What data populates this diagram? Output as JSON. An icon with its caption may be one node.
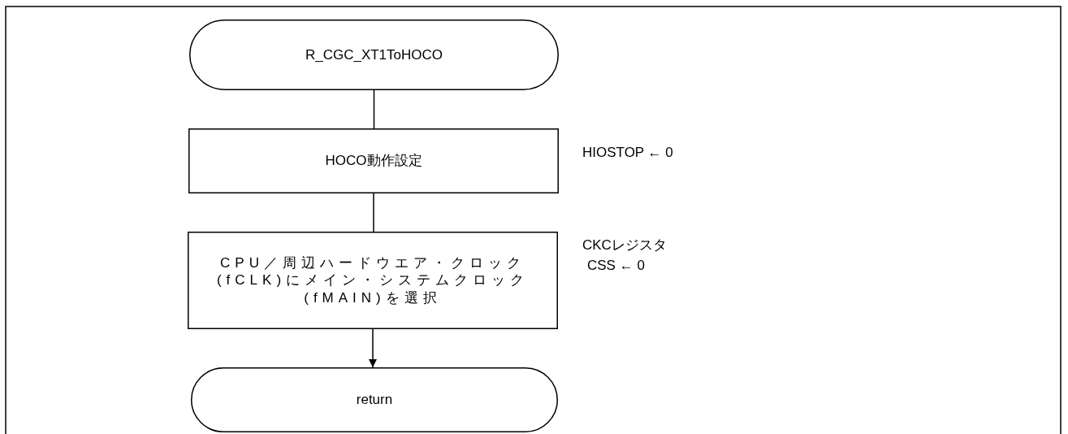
{
  "diagram": {
    "nodes": [
      {
        "text": [
          "R_CGC_XT1ToHOCO"
        ]
      },
      {
        "text": [
          "HOCO動作設定"
        ],
        "beside": [
          "HIOSTOP ← 0"
        ]
      },
      {
        "text": [
          "CPU／周辺ハードウエア・クロック(fCLK)にメイン・システムクロック(fMAIN)を選択"
        ],
        "beside": [
          "CKCレジスタ",
          "CSS ← 0"
        ]
      },
      {
        "text": [
          "return"
        ]
      }
    ],
    "edges": [
      {
        "from": 0,
        "to": 1,
        "arrow": "none"
      },
      {
        "from": 1,
        "to": 2,
        "arrow": "none"
      },
      {
        "from": 2,
        "to": 3,
        "arrow": "to"
      }
    ]
  }
}
